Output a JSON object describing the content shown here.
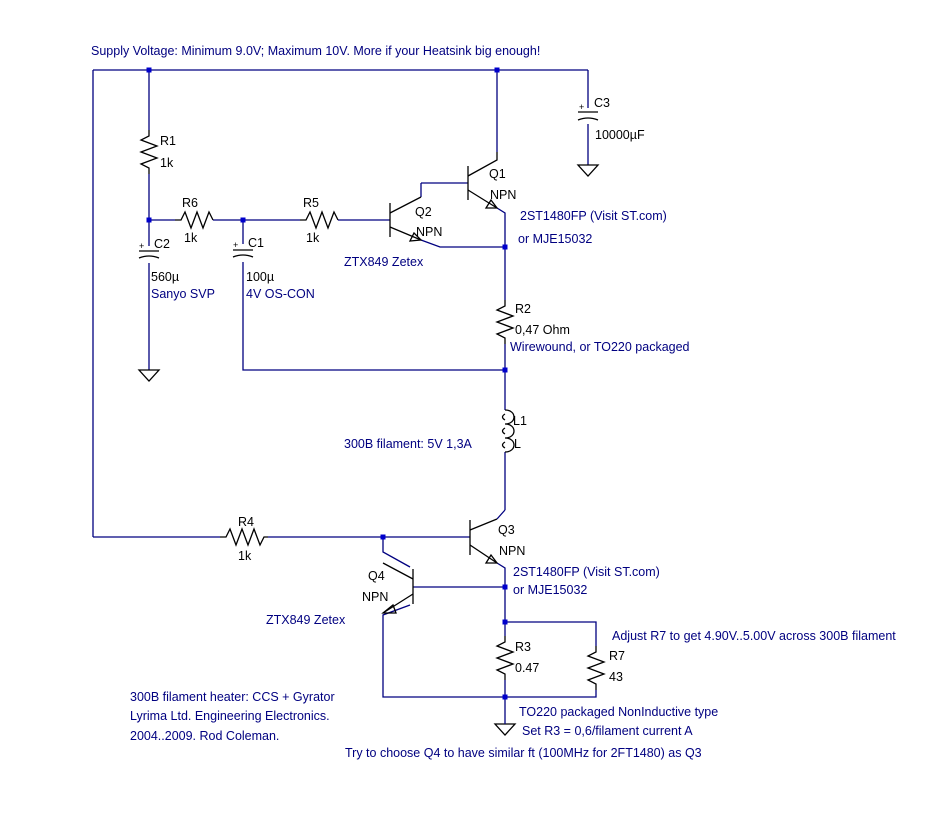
{
  "notes": {
    "supply": "Supply Voltage: Minimum 9.0V;  Maximum 10V. More if your Heatsink big enough!",
    "q1_part": "2ST1480FP (Visit ST.com)",
    "q1_alt": "or MJE15032",
    "q2_part": "ZTX849  Zetex",
    "c2_type": "Sanyo SVP",
    "c1_type": "4V OS-CON",
    "r2_type": "Wirewound, or TO220 packaged",
    "filament": "300B filament: 5V 1,3A",
    "q3_part": "2ST1480FP (Visit ST.com)",
    "q3_alt": "or MJE15032",
    "q4_part": "ZTX849  Zetex",
    "adjust": "Adjust R7 to get 4.90V..5.00V across 300B filament",
    "r3_type": "TO220 packaged NonInductive type",
    "r3_set": "Set R3 = 0,6/filament current A",
    "q4_tip": "Try to choose Q4 to have similar ft (100MHz  for 2FT1480) as Q3",
    "credit1": "300B filament heater: CCS + Gyrator",
    "credit2": "Lyrima Ltd. Engineering Electronics.",
    "credit3": "2004..2009. Rod Coleman."
  },
  "components": {
    "R1": {
      "name": "R1",
      "value": "1k"
    },
    "R6": {
      "name": "R6",
      "value": "1k"
    },
    "R5": {
      "name": "R5",
      "value": "1k"
    },
    "C2": {
      "name": "C2",
      "value": "560µ"
    },
    "C1": {
      "name": "C1",
      "value": "100µ"
    },
    "C3": {
      "name": "C3",
      "value": "10000µF"
    },
    "Q1": {
      "name": "Q1",
      "type": "NPN"
    },
    "Q2": {
      "name": "Q2",
      "type": "NPN"
    },
    "R2": {
      "name": "R2",
      "value": "0,47 Ohm"
    },
    "L1": {
      "name": "L1",
      "value": "L"
    },
    "R4": {
      "name": "R4",
      "value": "1k"
    },
    "Q3": {
      "name": "Q3",
      "type": "NPN"
    },
    "Q4": {
      "name": "Q4",
      "type": "NPN"
    },
    "R3": {
      "name": "R3",
      "value": "0.47"
    },
    "R7": {
      "name": "R7",
      "value": "43"
    }
  },
  "polarity": "+",
  "colors": {
    "wire": "#000080",
    "component": "#000000",
    "text": "#000080",
    "junction": "#0000cc"
  }
}
